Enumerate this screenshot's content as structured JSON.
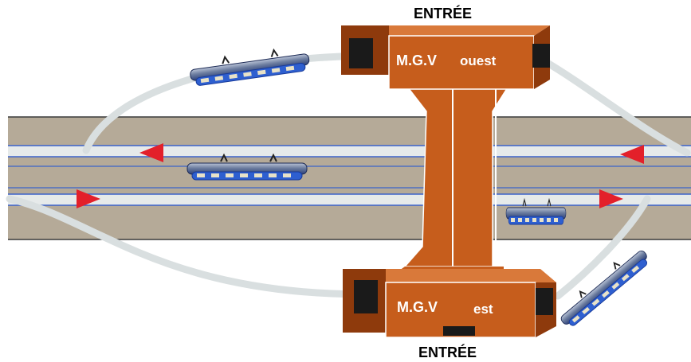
{
  "labels": {
    "entrance_top": "ENTRÉE",
    "entrance_bottom": "ENTRÉE",
    "station_west_name": "M.G.V",
    "station_west_dir": "ouest",
    "station_east_name": "M.G.V",
    "station_east_dir": "est"
  },
  "colors": {
    "road": "#b5aa98",
    "track": "#e6eaea",
    "rail_line": "#3b63c9",
    "building": "#c65d1c",
    "building_dark": "#8e3a0c",
    "building_top": "#d9793a",
    "arrow": "#e3202a",
    "loop": "#d9dfe0",
    "train_blue": "#2e5fd0"
  },
  "icons": [
    "direction-arrow-icon",
    "train-icon"
  ]
}
